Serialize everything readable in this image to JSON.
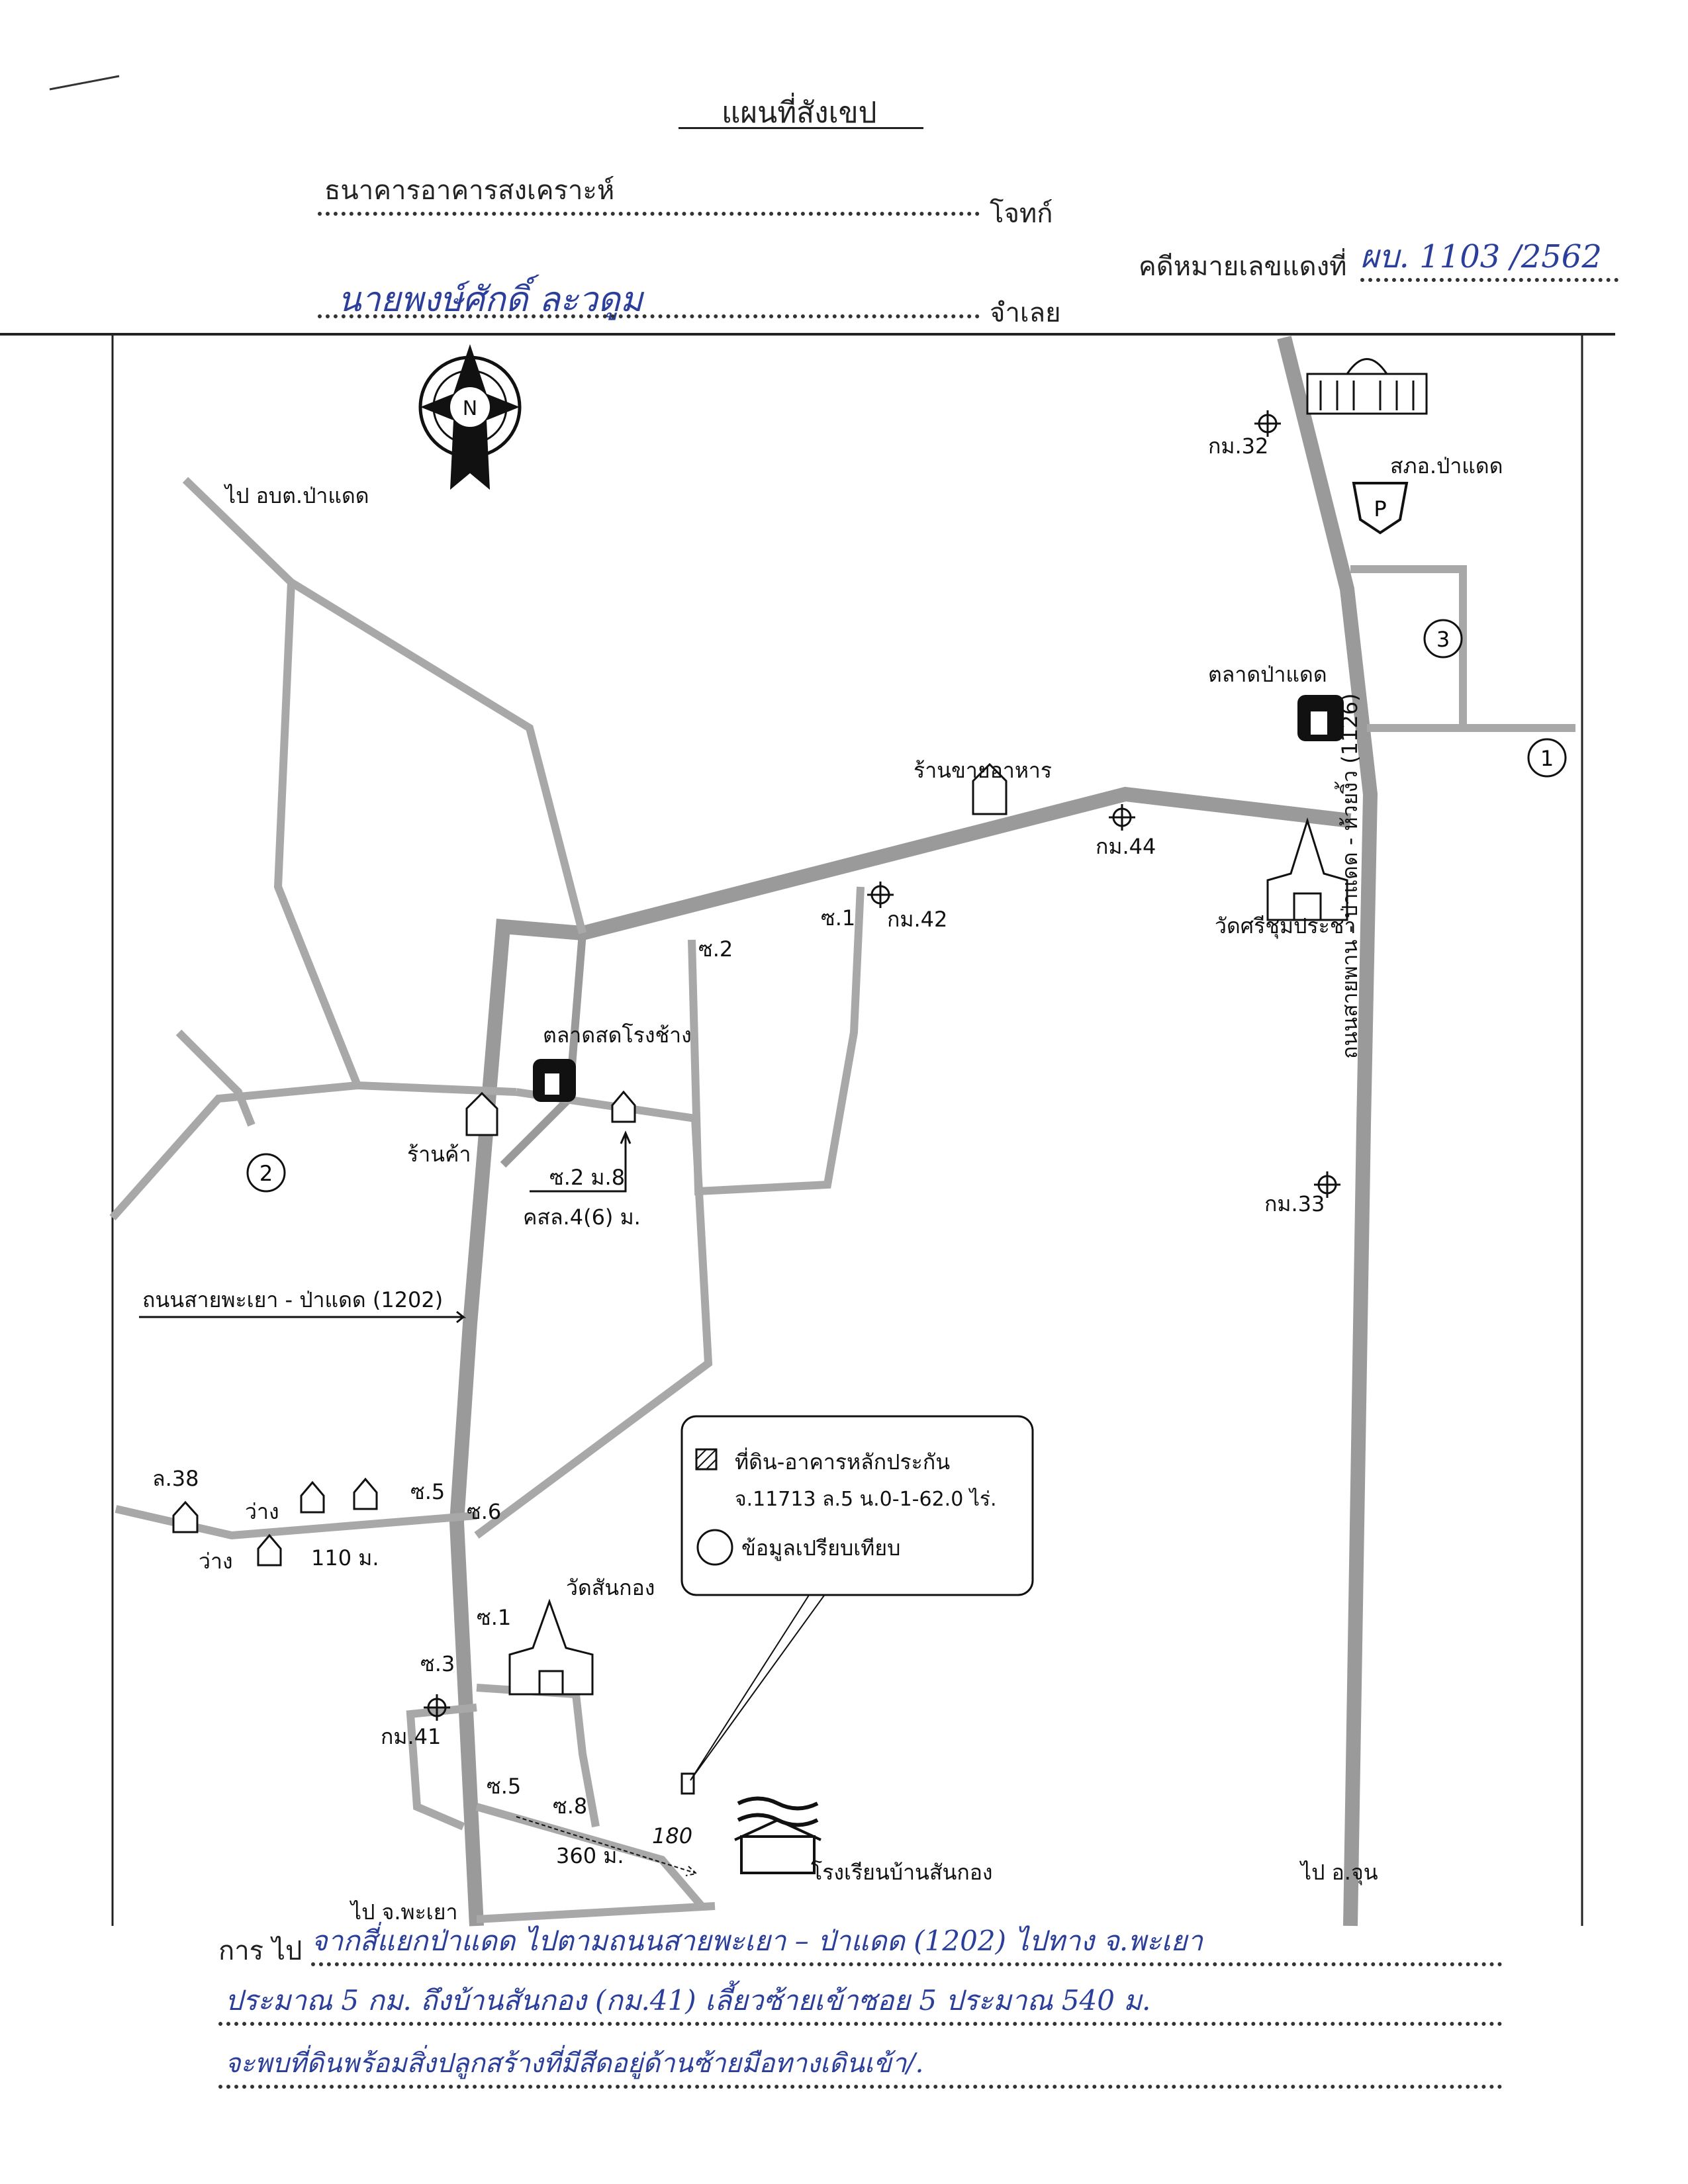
{
  "header": {
    "title": "แผนที่สังเขป",
    "plaintiff": "ธนาคารอาคารสงเคราะห์",
    "plaintiff_role": "โจทก์",
    "case_label": "คดีหมายเลขแดงที่",
    "case_number": "ผบ. 1103 /2562",
    "defendant": "นายพงษ์ศักดิ์ ละวดูม",
    "defendant_role": "จำเลย"
  },
  "map": {
    "north": "N",
    "places": {
      "obt": "ไป อบต.ป่าแดด",
      "sapko": "สภอ.ป่าแดด",
      "km32": "กม.32",
      "market_padaet": "ตลาดป่าแดด",
      "road_1126": "ถนนสายพาน - ป่าแดด - ห้วยงิ้ว (1126)",
      "food_shop": "ร้านขายอาหาร",
      "km44": "กม.44",
      "km42": "กม.42",
      "soi1_top": "ซ.1",
      "soi2_top": "ซ.2",
      "wat_srichum": "วัดศรีชุมประชา",
      "fresh_market": "ตลาดสดโรงช้าง",
      "shop": "ร้านค้า",
      "soi2_m8": "ซ.2 ม.8",
      "kasl": "คสล.4(6) ม.",
      "km33": "กม.33",
      "road_1202": "ถนนสายพะเยา - ป่าแดด (1202)",
      "l38": "ล.38",
      "wang1": "ว่าง",
      "wang2": "ว่าง",
      "soi5": "ซ.5",
      "soi6": "ซ.6",
      "m110": "110 ม.",
      "wat_sankong": "วัดสันกอง",
      "soi1_bot": "ซ.1",
      "soi3": "ซ.3",
      "km41": "กม.41",
      "soi5_bot": "ซ.5",
      "soi8": "ซ.8",
      "m360": "360 ม.",
      "n180": "180",
      "school": "โรงเรียนบ้านสันกอง",
      "to_chun": "ไป อ.จุน",
      "to_phayao": "ไป จ.พะเยา"
    },
    "markers": [
      "1",
      "2",
      "3"
    ],
    "legend": {
      "collateral": "ที่ดิน-อาคารหลักประกัน",
      "deed": "จ.11713 ล.5 น.0-1-62.0 ไร่.",
      "comparison": "ข้อมูลเปรียบเทียบ"
    }
  },
  "directions": {
    "prefix": "การ ไป",
    "line1": "จากสี่แยกป่าแดด ไปตามถนนสายพะเยา – ป่าแดด (1202) ไปทาง จ.พะเยา",
    "line2": "ประมาณ 5 กม. ถึงบ้านสันกอง (กม.41) เลี้ยวซ้ายเข้าซอย 5 ประมาณ 540 ม.",
    "line3": "จะพบที่ดินพร้อมสิ่งปลูกสร้างที่มีสีดอยู่ด้านซ้ายมือทางเดินเข้า/."
  },
  "colors": {
    "ink": "#111111",
    "road": "#9a9a9a",
    "hand": "#2b3f9a"
  }
}
